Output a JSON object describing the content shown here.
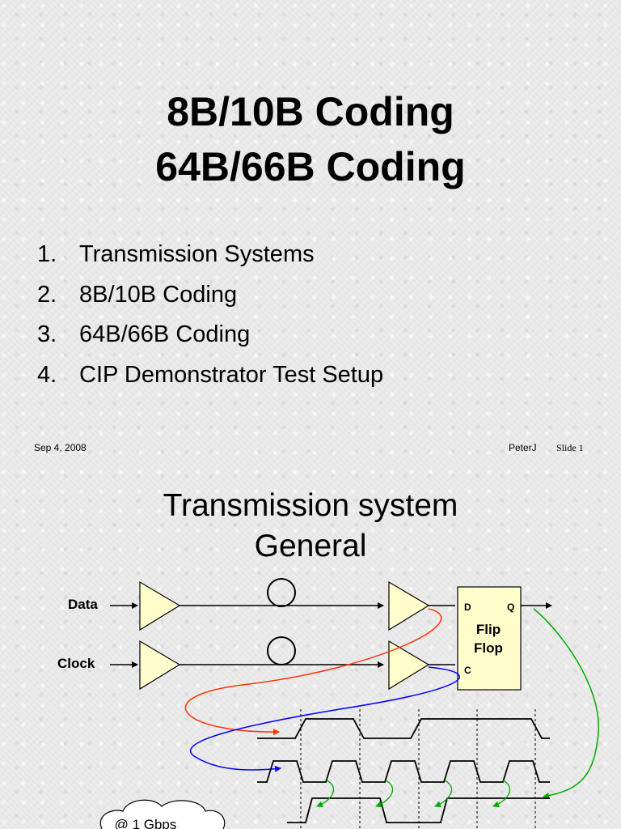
{
  "slide1": {
    "title_line1": "8B/10B Coding",
    "title_line2": "64B/66B Coding",
    "agenda": [
      {
        "num": "1.",
        "text": "Transmission Systems"
      },
      {
        "num": "2.",
        "text": "8B/10B Coding"
      },
      {
        "num": "3.",
        "text": "64B/66B Coding"
      },
      {
        "num": "4.",
        "text": "CIP Demonstrator Test Setup"
      }
    ],
    "footer": {
      "date": "Sep 4, 2008",
      "author": "PeterJ",
      "slide": "Slide 1"
    }
  },
  "slide2": {
    "title_line1": "Transmission system",
    "title_line2": "General",
    "diagram": {
      "data_label": "Data",
      "clock_label": "Clock",
      "ff_label_line1": "Flip",
      "ff_label_line2": "Flop",
      "pin_d": "D",
      "pin_q": "Q",
      "pin_c": "C",
      "cloud_text": "@ 1 Gbps"
    }
  },
  "colors": {
    "buffer_fill": "#ffffcc",
    "ff_fill": "#ffffcc",
    "arrow_data": "#ff3300",
    "arrow_clock": "#0000ff",
    "arrow_sample": "#00aa00"
  }
}
